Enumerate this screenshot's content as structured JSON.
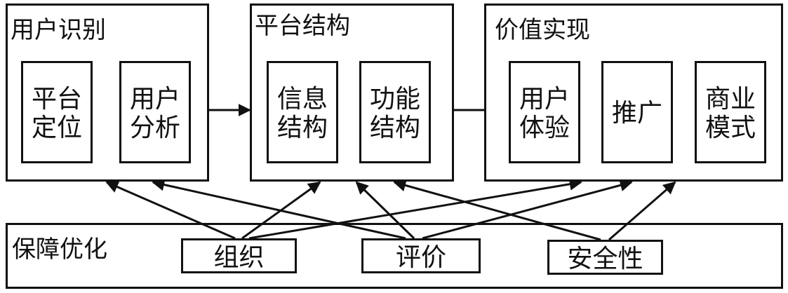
{
  "groups": {
    "user_identification": {
      "title": "用户识别",
      "items": [
        "平台\n定位",
        "用户\n分析"
      ]
    },
    "platform_structure": {
      "title": "平台结构",
      "items": [
        "信息\n结构",
        "功能\n结构"
      ]
    },
    "value_realization": {
      "title": "价值实现",
      "items": [
        "用户\n体验",
        "推广",
        "商业\n模式"
      ]
    },
    "assurance_optimization": {
      "title": "保障优化",
      "items": [
        "组织",
        "评价",
        "安全性"
      ]
    }
  },
  "colors": {
    "line": "#111111",
    "background": "#ffffff"
  }
}
